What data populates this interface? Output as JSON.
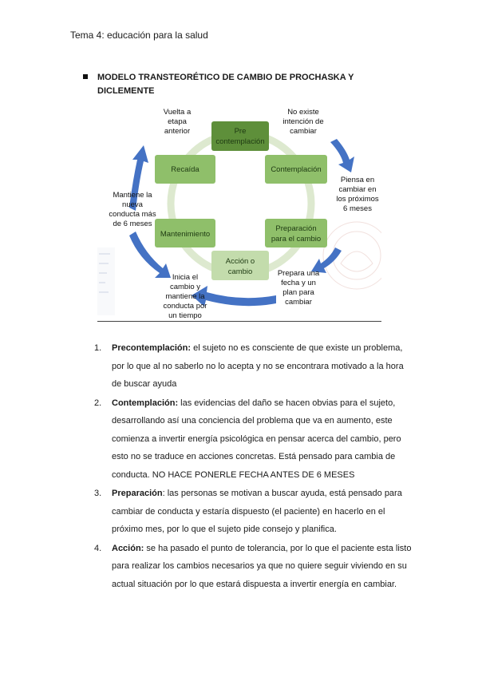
{
  "header": {
    "text": "Tema 4: educación para la salud"
  },
  "section": {
    "title": "MODELO TRANSTEORÉTICO DE CAMBIO DE PROCHASKA Y DICLEMENTE"
  },
  "diagram": {
    "stages": {
      "pre": [
        "Pre",
        "contemplación"
      ],
      "contemplacion": [
        "Contemplación"
      ],
      "preparacion": [
        "Preparación",
        "para el cambio"
      ],
      "accion": [
        "Acción o",
        "cambio"
      ],
      "mantenimiento": [
        "Mantenimiento"
      ],
      "recaida": [
        "Recaída"
      ]
    },
    "labels": {
      "no_existe": [
        "No existe",
        "intención de",
        "cambiar"
      ],
      "piensa": [
        "Piensa en",
        "cambiar en",
        "los próximos",
        "6 meses"
      ],
      "prepara": [
        "Prepara una",
        "fecha y un",
        "plan para",
        "cambiar"
      ],
      "inicia": [
        "Inicia el",
        "cambio y",
        "mantiene la",
        "conducta por",
        "un tiempo"
      ],
      "mantiene": [
        "Mantiene la",
        "nueva",
        "conducta más",
        "de 6 meses"
      ],
      "vuelta": [
        "Vuelta a",
        "etapa",
        "anterior"
      ]
    },
    "colors": {
      "circle": "#dde9cf",
      "box": "#8fbf6a",
      "box_dark": "#5e8f3a",
      "box_light": "#c3dcac",
      "arrow": "#4472c4"
    }
  },
  "items": [
    {
      "num": "1.",
      "term": "Precontemplación:",
      "text": " el sujeto no es consciente de que existe un problema, por lo que al no saberlo no lo acepta y no se encontrara motivado a la hora de buscar ayuda"
    },
    {
      "num": "2.",
      "term": "Contemplación:",
      "text": " las evidencias del daño se hacen obvias para el sujeto, desarrollando así una conciencia del problema que va en aumento, este comienza a invertir energía psicológica en pensar acerca del cambio, pero esto no se traduce en acciones concretas. Está pensado para cambia de conducta. NO HACE PONERLE FECHA ANTES DE 6 MESES"
    },
    {
      "num": "3.",
      "term": "Preparación",
      "text": ": las personas se motivan a buscar ayuda, está pensado para cambiar de conducta y estaría dispuesto (el paciente) en hacerlo en el próximo mes, por lo que el sujeto pide consejo y planifica."
    },
    {
      "num": "4.",
      "term": "Acción:",
      "text": " se ha pasado el punto de tolerancia, por lo que el paciente esta listo para realizar los cambios necesarios ya que no quiere seguir viviendo en su actual situación por lo que estará dispuesta a invertir energía en cambiar."
    }
  ]
}
